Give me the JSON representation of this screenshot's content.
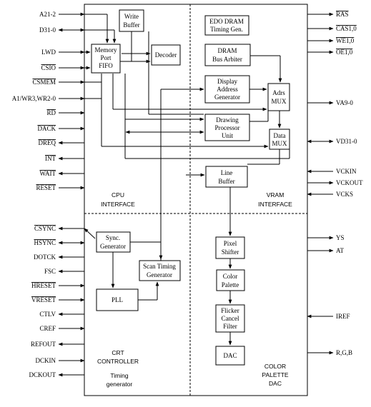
{
  "left_signals": [
    {
      "label": "A21-2",
      "overline": false,
      "dir": "in"
    },
    {
      "label": "D31-0",
      "overline": false,
      "dir": "both"
    },
    {
      "label": "LWD",
      "overline": false,
      "dir": "in"
    },
    {
      "label": "CSIO",
      "overline": true,
      "dir": "in"
    },
    {
      "label": "CSMEM",
      "overline": true,
      "dir": "in"
    },
    {
      "label": "A1/WR3,WR2-0",
      "overline": false,
      "dir": "in"
    },
    {
      "label": "RD",
      "overline": true,
      "dir": "in"
    },
    {
      "label": "DACK",
      "overline": true,
      "dir": "in"
    },
    {
      "label": "DREQ",
      "overline": true,
      "dir": "out"
    },
    {
      "label": "INT",
      "overline": true,
      "dir": "out"
    },
    {
      "label": "WAIT",
      "overline": true,
      "dir": "out"
    },
    {
      "label": "RESET",
      "overline": true,
      "dir": "in"
    },
    {
      "label": "CSYNC",
      "overline": true,
      "dir": "out"
    },
    {
      "label": "HSYNC",
      "overline": true,
      "dir": "both"
    },
    {
      "label": "DOTCK",
      "overline": false,
      "dir": "out"
    },
    {
      "label": "FSC",
      "overline": false,
      "dir": "out"
    },
    {
      "label": "HRESET",
      "overline": true,
      "dir": "in"
    },
    {
      "label": "VRESET",
      "overline": true,
      "dir": "in"
    },
    {
      "label": "CTLV",
      "overline": false,
      "dir": "out"
    },
    {
      "label": "CREF",
      "overline": false,
      "dir": "in"
    },
    {
      "label": "REFOUT",
      "overline": false,
      "dir": "out"
    },
    {
      "label": "DCKIN",
      "overline": false,
      "dir": "in"
    },
    {
      "label": "DCKOUT",
      "overline": false,
      "dir": "out"
    }
  ],
  "right_signals": [
    {
      "label": "RAS",
      "overline": true,
      "dir": "out"
    },
    {
      "label": "CAS1,0",
      "overline": true,
      "dir": "out"
    },
    {
      "label": "WE1,0",
      "overline": true,
      "dir": "out"
    },
    {
      "label": "OE1,0",
      "overline": true,
      "dir": "out"
    },
    {
      "label": "VA9-0",
      "overline": false,
      "dir": "out"
    },
    {
      "label": "VD31-0",
      "overline": false,
      "dir": "both"
    },
    {
      "label": "VCKIN",
      "overline": false,
      "dir": "in"
    },
    {
      "label": "VCKOUT",
      "overline": false,
      "dir": "out"
    },
    {
      "label": "VCKS",
      "overline": false,
      "dir": "in"
    },
    {
      "label": "YS",
      "overline": false,
      "dir": "out"
    },
    {
      "label": "AT",
      "overline": false,
      "dir": "out"
    },
    {
      "label": "IREF",
      "overline": false,
      "dir": "in"
    },
    {
      "label": "R,G,B",
      "overline": false,
      "dir": "out"
    }
  ],
  "blocks": {
    "write_buffer": [
      "Write",
      "Buffer"
    ],
    "memory_port_fifo": [
      "Memory",
      "Port",
      "FIFO"
    ],
    "decoder": [
      "Decoder"
    ],
    "edo_dram_timing": [
      "EDO DRAM",
      "Timing Gen."
    ],
    "dram_bus_arbiter": [
      "DRAM",
      "Bus Arbiter"
    ],
    "display_address_generator": [
      "Display",
      "Address",
      "Generator"
    ],
    "adrs_mux": [
      "Adrs",
      "MUX"
    ],
    "drawing_processor_unit": [
      "Drawing",
      "Processor",
      "Unit"
    ],
    "data_mux": [
      "Data",
      "MUX"
    ],
    "line_buffer": [
      "Line",
      "Buffer"
    ],
    "sync_generator": [
      "Sync.",
      "Generator"
    ],
    "scan_timing_generator": [
      "Scan Timing",
      "Generator"
    ],
    "pll": [
      "PLL"
    ],
    "pixel_shifter": [
      "Pixel",
      "Shifter"
    ],
    "color_palette": [
      "Color",
      "Palette"
    ],
    "flicker_cancel_filter": [
      "Flicker",
      "Cancel",
      "Filter"
    ],
    "dac": [
      "DAC"
    ]
  },
  "regions": {
    "cpu_interface": [
      "CPU",
      "INTERFACE"
    ],
    "vram_interface": [
      "VRAM",
      "INTERFACE"
    ],
    "crt_controller": [
      "CRT",
      "CONTROLLER"
    ],
    "timing_generator": [
      "Timing",
      "generator"
    ],
    "color_palette_dac": [
      "COLOR",
      "PALETTE",
      "DAC"
    ]
  }
}
